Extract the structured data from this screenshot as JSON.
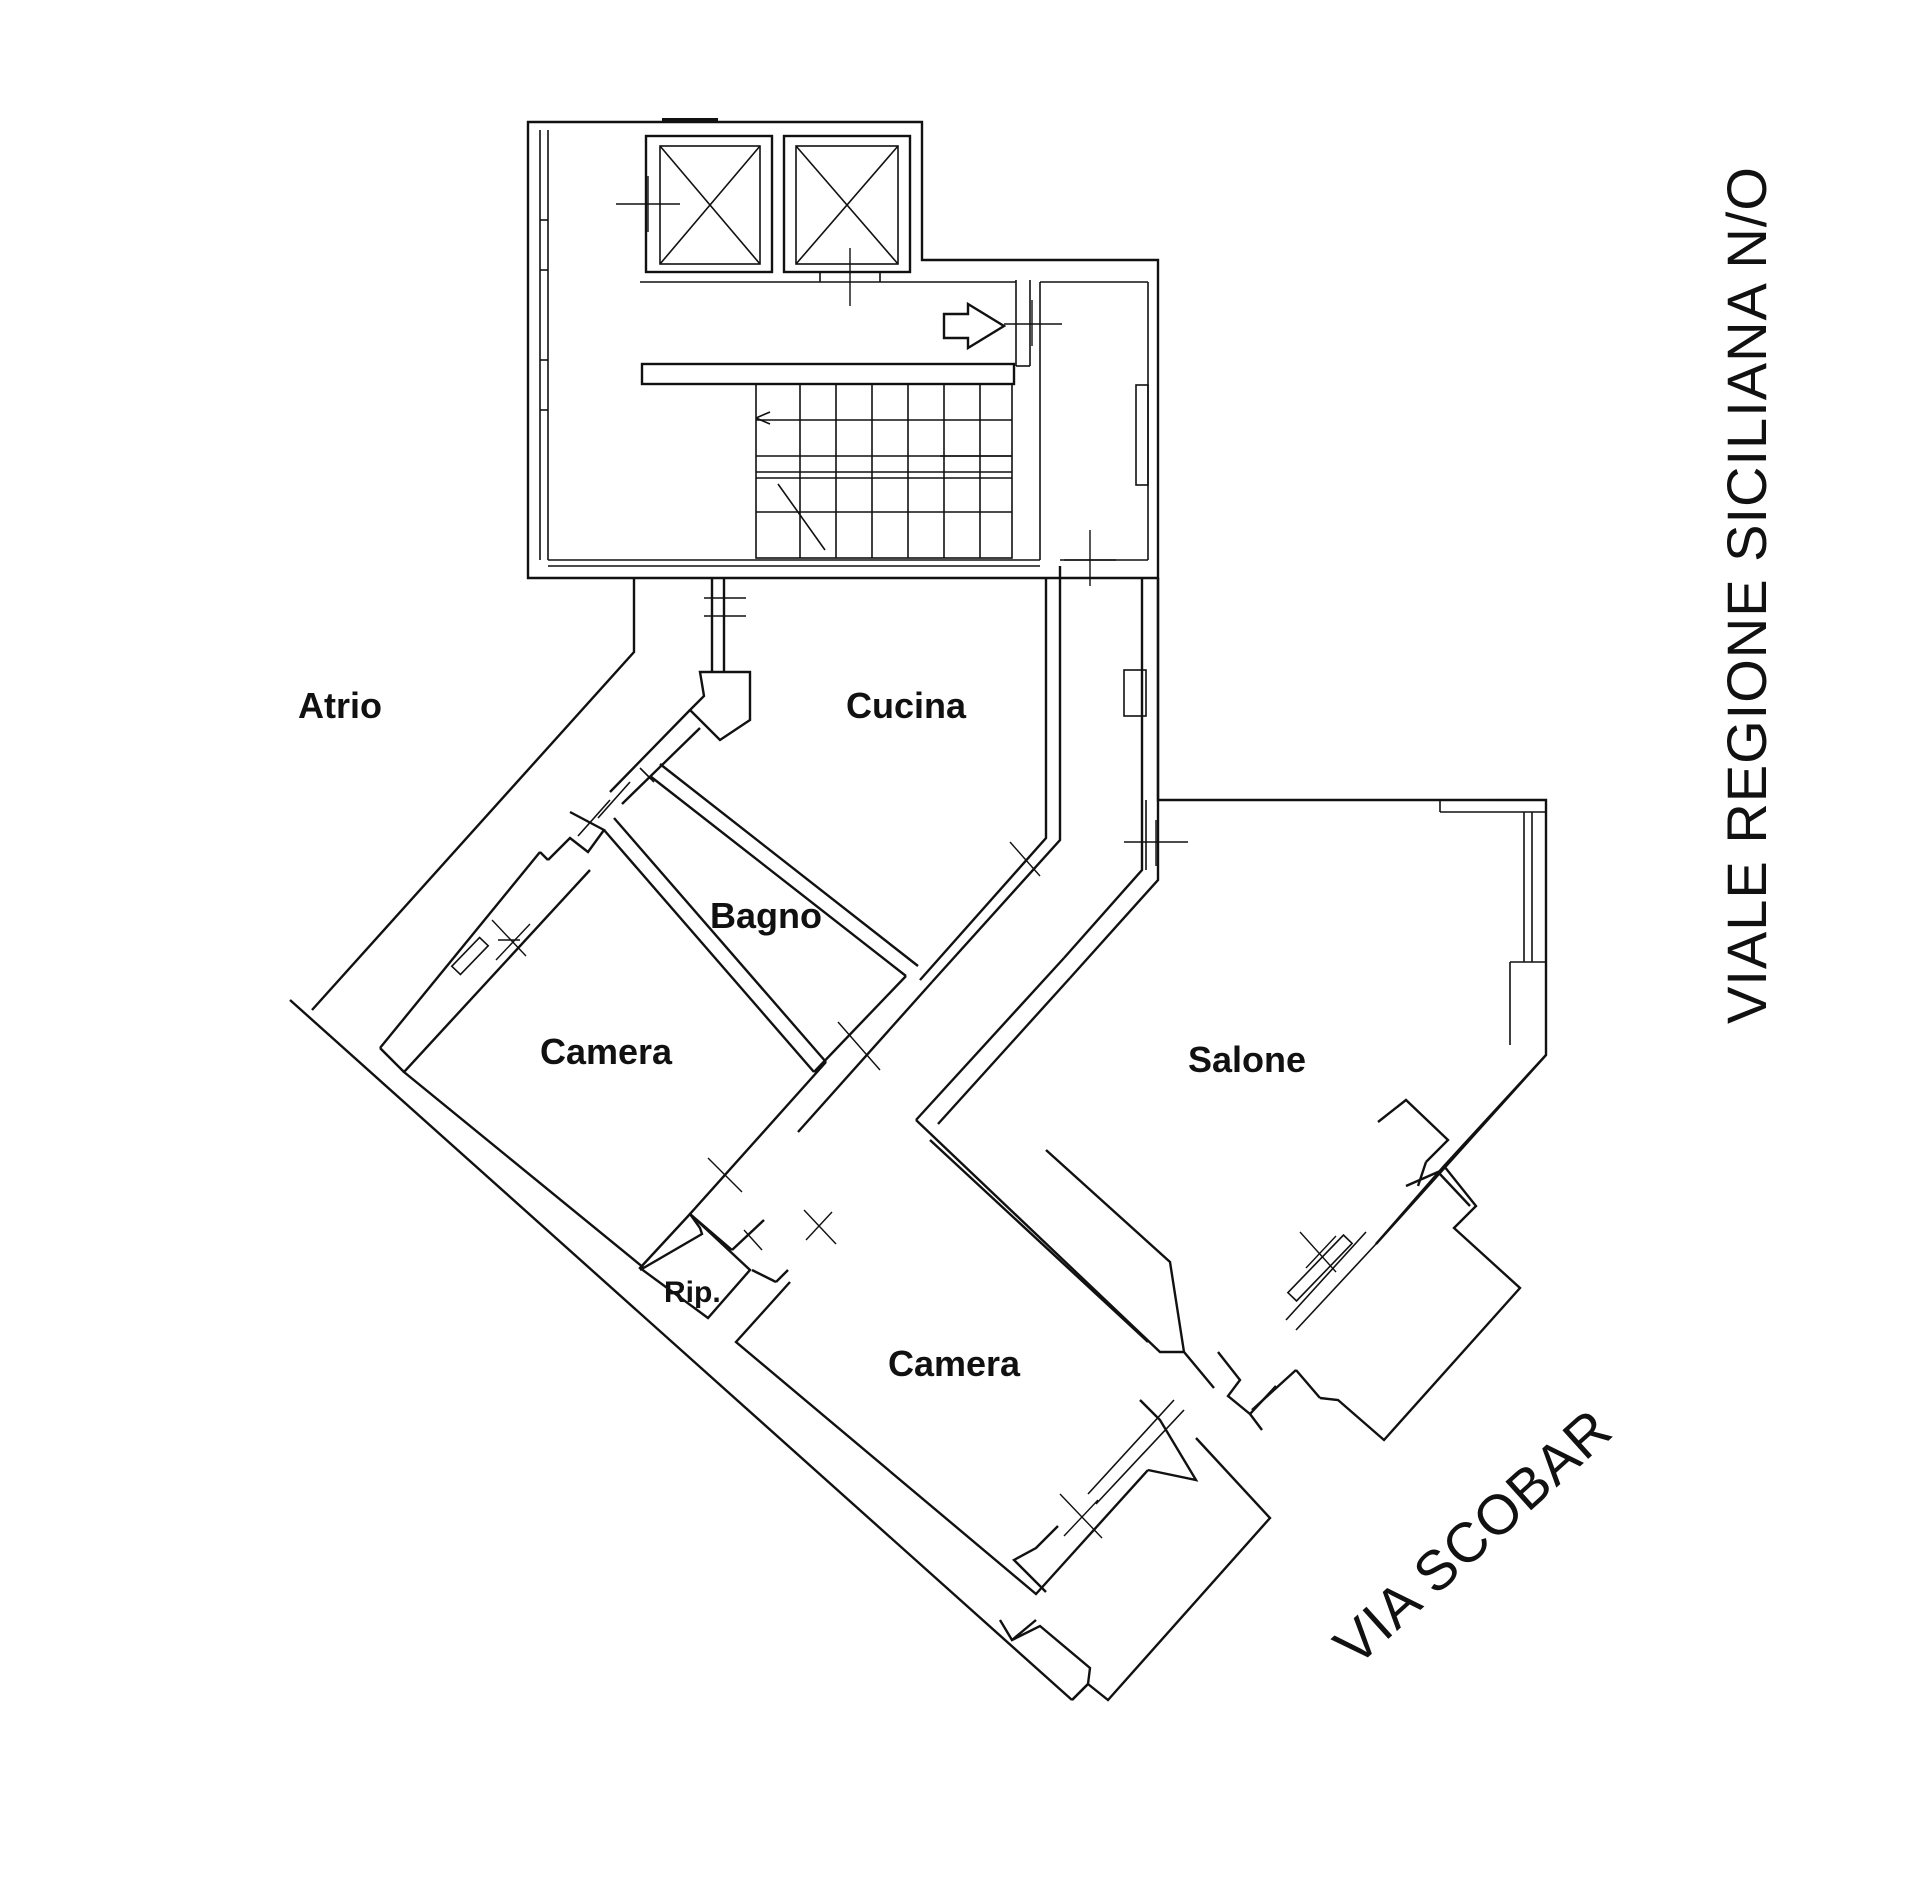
{
  "rooms": {
    "atrio": "Atrio",
    "cucina": "Cucina",
    "bagno": "Bagno",
    "camera_1": "Camera",
    "salone": "Salone",
    "ripostiglio": "Rip.",
    "camera_2": "Camera"
  },
  "streets": {
    "viale": "VIALE REGIONE SICILIANA N/O",
    "via": "VIA SCOBAR"
  },
  "colors": {
    "line": "#111111",
    "background": "#ffffff"
  }
}
